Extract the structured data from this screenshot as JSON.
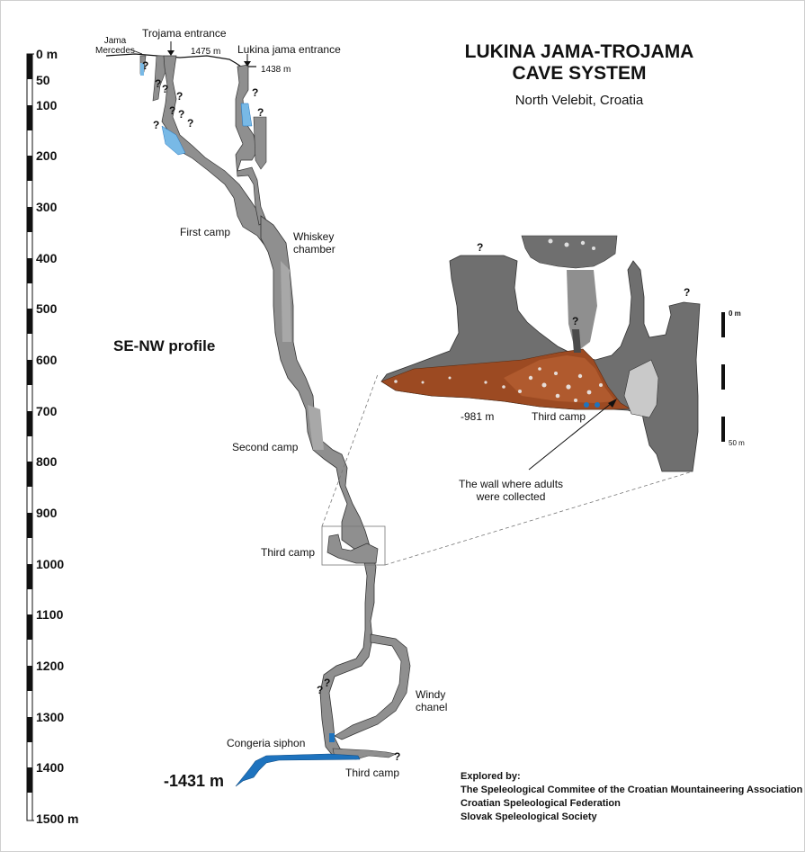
{
  "title": {
    "line1": "LUKINA JAMA-TROJAMA",
    "line2": "CAVE SYSTEM",
    "location": "North Velebit, Croatia"
  },
  "profile_label": "SE-NW profile",
  "depth_scale": [
    "0 m",
    "50",
    "100",
    "200",
    "300",
    "400",
    "500",
    "600",
    "700",
    "800",
    "900",
    "1000",
    "1100",
    "1200",
    "1300",
    "1400",
    "1500 m"
  ],
  "entrances": {
    "trojama": "Trojama entrance",
    "trojama_alt": "1475 m",
    "lukina": "Lukina jama entrance",
    "lukina_alt": "1438 m",
    "mercedes": "Jama\nMercedes"
  },
  "labels": {
    "first_camp": "First camp",
    "whiskey": "Whiskey\nchamber",
    "second_camp": "Second camp",
    "third_camp": "Third camp",
    "windy": "Windy\nchanel",
    "congeria": "Congeria siphon",
    "third_camp_bottom": "Third camp",
    "max_depth": "-1431 m"
  },
  "inset": {
    "depth": "-981 m",
    "camp": "Third camp",
    "note": "The wall where adults\nwere collected",
    "scale_top": "0 m",
    "scale_bottom": "50 m"
  },
  "question_mark": "?",
  "credits": {
    "heading": "Explored by:",
    "lines": [
      "The Speleological Commitee of the Croatian Mountaineering Association",
      "Croatian Speleological Federation",
      "Slovak Speleological Society"
    ]
  },
  "colors": {
    "cave": "#8f8f8f",
    "cave_dark": "#6f6f6f",
    "water": "#1e73be",
    "water_light": "#78b9e6",
    "sediment": "#9c4a22",
    "line": "#1a1a1a"
  }
}
